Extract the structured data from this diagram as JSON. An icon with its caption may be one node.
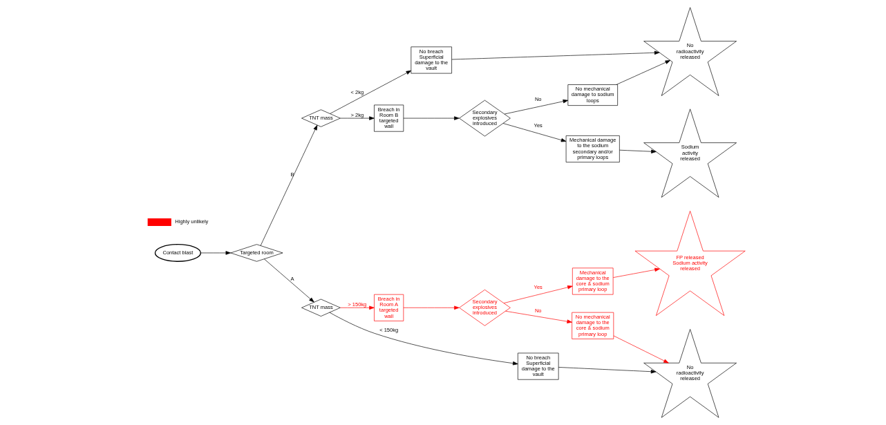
{
  "diagram": {
    "nodes": [
      {
        "text": [
          "Contact blast"
        ]
      },
      {
        "text": [
          "Targeted room"
        ]
      },
      {
        "text": [
          "TNT mass"
        ]
      },
      {
        "text": [
          "No breach Superficial damage to the vault"
        ]
      },
      {
        "text": [
          "No radioactivity released"
        ]
      },
      {
        "text": [
          "Breach in Room B targeted wall"
        ]
      },
      {
        "text": [
          "Secondary explosives introduced"
        ]
      },
      {
        "text": [
          "No mechanical damage to sodium loops"
        ]
      },
      {
        "text": [
          "Mechanical damage to the sodium secondary and/or primary loops"
        ]
      },
      {
        "text": [
          "Sodium activity released"
        ]
      },
      {
        "text": [
          "TNT mass"
        ]
      },
      {
        "text": [
          "Breach in Room A targeted wall"
        ]
      },
      {
        "text": [
          "Secondary explosives introduced"
        ]
      },
      {
        "text": [
          "Mechanical damage to the core & sodium primary loop"
        ]
      },
      {
        "text": [
          "FP released Sodium activity released"
        ]
      },
      {
        "text": [
          "No breach Superficial damage to the vault"
        ]
      },
      {
        "text": [
          "No radioactivity released"
        ]
      },
      {
        "text": [
          "No mechanical damage to the core & sodium primary loop"
        ]
      }
    ],
    "edges": [
      {
        "from": 0,
        "to": 1,
        "arrow": "to"
      },
      {
        "from": 1,
        "to": 2,
        "arrow": "to",
        "label": "B"
      },
      {
        "from": 1,
        "to": 10,
        "arrow": "to",
        "label": "A"
      },
      {
        "from": 2,
        "to": 3,
        "arrow": "to",
        "label": "< 2kg"
      },
      {
        "from": 2,
        "to": 5,
        "arrow": "to",
        "label": "> 2kg"
      },
      {
        "from": 3,
        "to": 4,
        "arrow": "to"
      },
      {
        "from": 5,
        "to": 6,
        "arrow": "to"
      },
      {
        "from": 6,
        "to": 7,
        "arrow": "to",
        "label": "No"
      },
      {
        "from": 6,
        "to": 8,
        "arrow": "to",
        "label": "Yes"
      },
      {
        "from": 7,
        "to": 4,
        "arrow": "to"
      },
      {
        "from": 8,
        "to": 9,
        "arrow": "to"
      },
      {
        "from": 10,
        "to": 11,
        "arrow": "to",
        "label": "> 150kg",
        "color": "#ff0000"
      },
      {
        "from": 10,
        "to": 15,
        "arrow": "to",
        "label": "< 150kg"
      },
      {
        "from": 11,
        "to": 12,
        "arrow": "to",
        "color": "#ff0000"
      },
      {
        "from": 12,
        "to": 13,
        "arrow": "to",
        "label": "Yes",
        "color": "#ff0000"
      },
      {
        "from": 12,
        "to": 17,
        "arrow": "to",
        "label": "No",
        "color": "#ff0000"
      },
      {
        "from": 13,
        "to": 14,
        "arrow": "to",
        "color": "#ff0000"
      },
      {
        "from": 15,
        "to": 16,
        "arrow": "to"
      },
      {
        "from": 17,
        "to": 16,
        "arrow": "to",
        "color": "#ff0000"
      }
    ],
    "legend": [
      {
        "text": "Highly unlikely",
        "color": "#ff0000"
      }
    ]
  }
}
